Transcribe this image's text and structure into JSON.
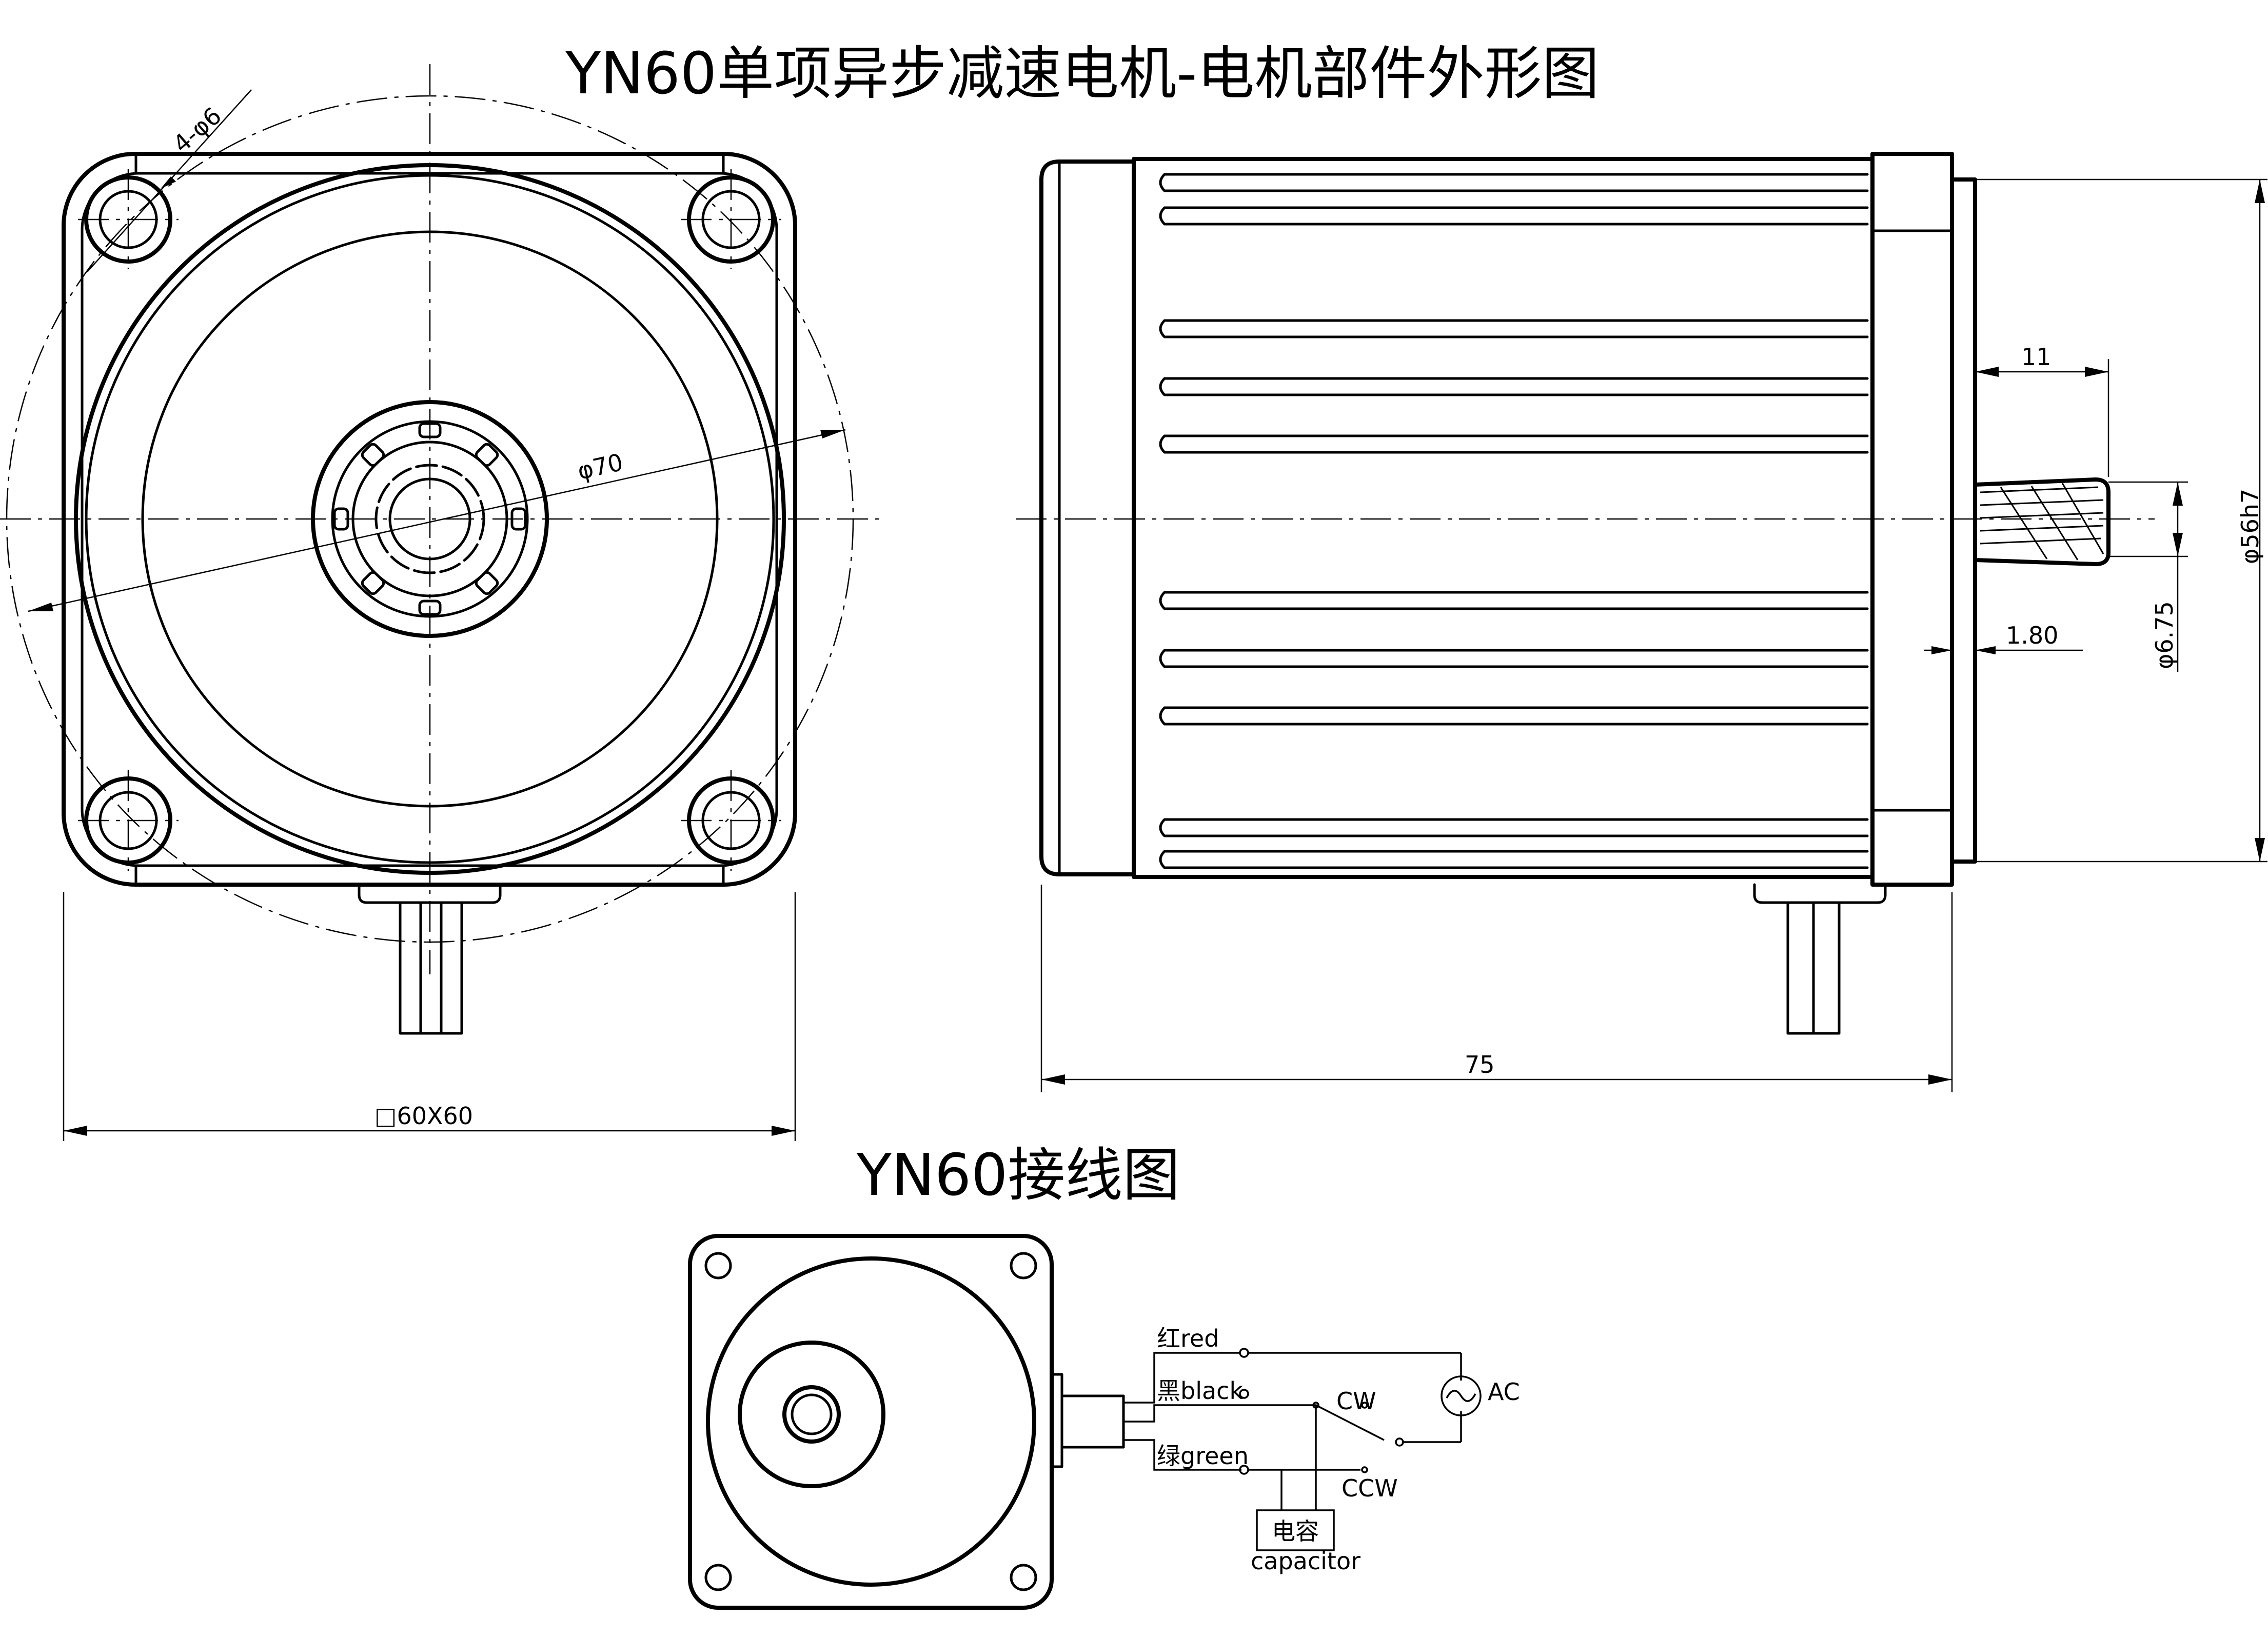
{
  "titles": {
    "main": "YN60单项异步减速电机-电机部件外形图",
    "wiring": "YN60接线图"
  },
  "dimensions": {
    "holes": "4-φ6",
    "pcd": "φ70",
    "square": "□60X60",
    "length": "75",
    "shaft_len": "11",
    "pilot_dia": "φ56h7",
    "shaft_dia": "φ6.75",
    "pilot_depth": "1.80"
  },
  "wiring": {
    "red": "红red",
    "black": "黑black",
    "green": "绿green",
    "cw": "CW",
    "ccw": "CCW",
    "ac": "AC",
    "capacitor_cn": "电容",
    "capacitor_en": "capacitor"
  }
}
